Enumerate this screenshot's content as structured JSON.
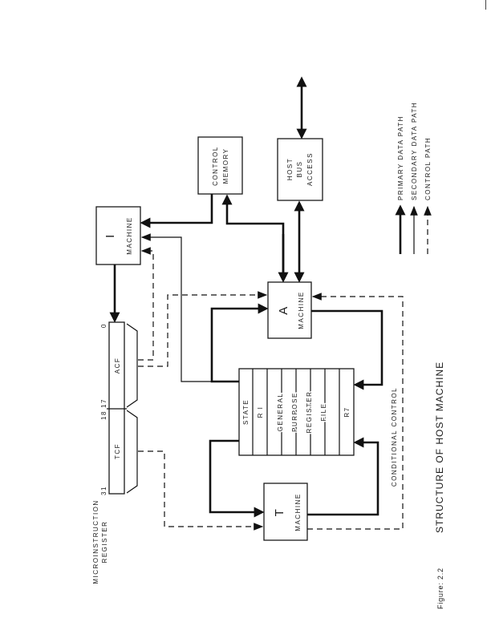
{
  "figure": {
    "label": "Figure: 2.2",
    "title": "STRUCTURE  OF  HOST  MACHINE"
  },
  "blocks": {
    "i_machine": {
      "letter": "I",
      "word": "MACHINE"
    },
    "a_machine": {
      "letter": "A",
      "word": "MACHINE"
    },
    "t_machine": {
      "letter": "T",
      "word": "MACHINE"
    },
    "control_memory": {
      "line1": "CONTROL",
      "line2": "MEMORY"
    },
    "host_bus_access": {
      "line1": "HOST",
      "line2": "BUS",
      "line3": "ACCESS"
    },
    "microinstruction_register": {
      "line1": "MICROINSTRUCTION",
      "line2": "REGISTER",
      "bit_0": "0",
      "bit_17": "17",
      "bit_18": "18",
      "bit_31": "31",
      "field_low": "ACF",
      "field_high": "TCF"
    },
    "register_file": {
      "col_state": "STATE",
      "col_r1": "R I",
      "col_general": "GENERAL",
      "col_purpose": "PURPOSE",
      "col_register": "REGISTER",
      "col_file": "FILE",
      "col_r7": "R7"
    }
  },
  "annotations": {
    "conditional_control": "CONDITIONAL    CONTROL"
  },
  "legend": {
    "items": [
      {
        "style": "thick-arrow",
        "label": "PRIMARY  DATA  PATH"
      },
      {
        "style": "thin-arrow",
        "label": "SECONDARY DATA  PATH"
      },
      {
        "style": "dashed-arrow",
        "label": "CONTROL  PATH"
      }
    ]
  }
}
